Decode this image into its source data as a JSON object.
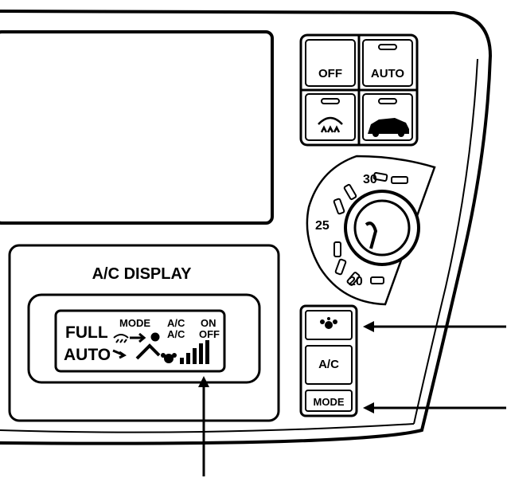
{
  "display": {
    "title": "A/C DISPLAY",
    "full": "FULL",
    "auto": "AUTO",
    "mode": "MODE",
    "ac_top": "A/C",
    "ac_bottom": "A/C",
    "on": "ON",
    "off": "OFF"
  },
  "buttons": {
    "off": "OFF",
    "auto": "AUTO",
    "ac": "A/C",
    "mode": "MODE"
  },
  "dial": {
    "ticks": [
      "30",
      "25",
      "20"
    ]
  },
  "icons": {
    "front_defrost": "front-defrost-icon",
    "rear_defrost": "rear-defrost-car-icon",
    "fan": "fan-icon"
  }
}
